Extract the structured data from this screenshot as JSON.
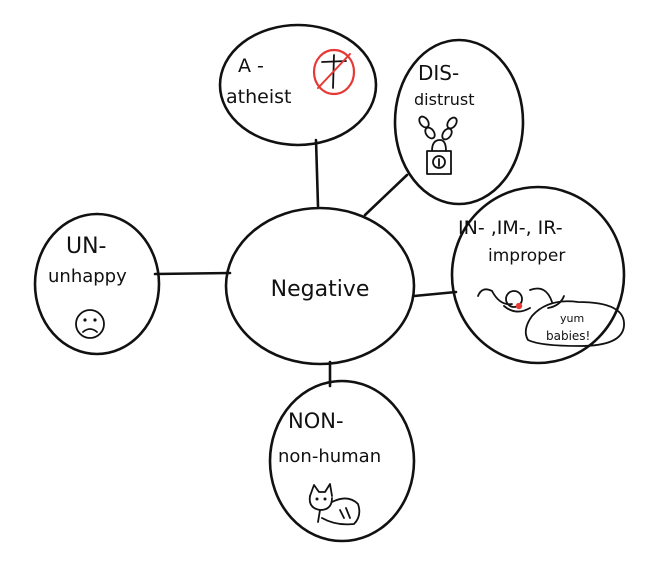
{
  "center": {
    "label": "Negative"
  },
  "nodes": {
    "a": {
      "prefix": "A -",
      "example": "atheist",
      "icon": "crossed-out-cross-icon",
      "accent": "#e53935"
    },
    "dis": {
      "prefix": "DIS-",
      "example": "distrust",
      "icon": "chain-padlock-icon"
    },
    "in": {
      "prefix": "IN- ,IM-, IR-",
      "example": "improper",
      "icon": "crying-baby-icon",
      "speech": "yum babies!",
      "accent": "#e53935"
    },
    "non": {
      "prefix": "NON-",
      "example": "non-human",
      "icon": "cat-icon"
    },
    "un": {
      "prefix": "UN-",
      "example": "unhappy",
      "icon": "sad-face-icon"
    }
  }
}
